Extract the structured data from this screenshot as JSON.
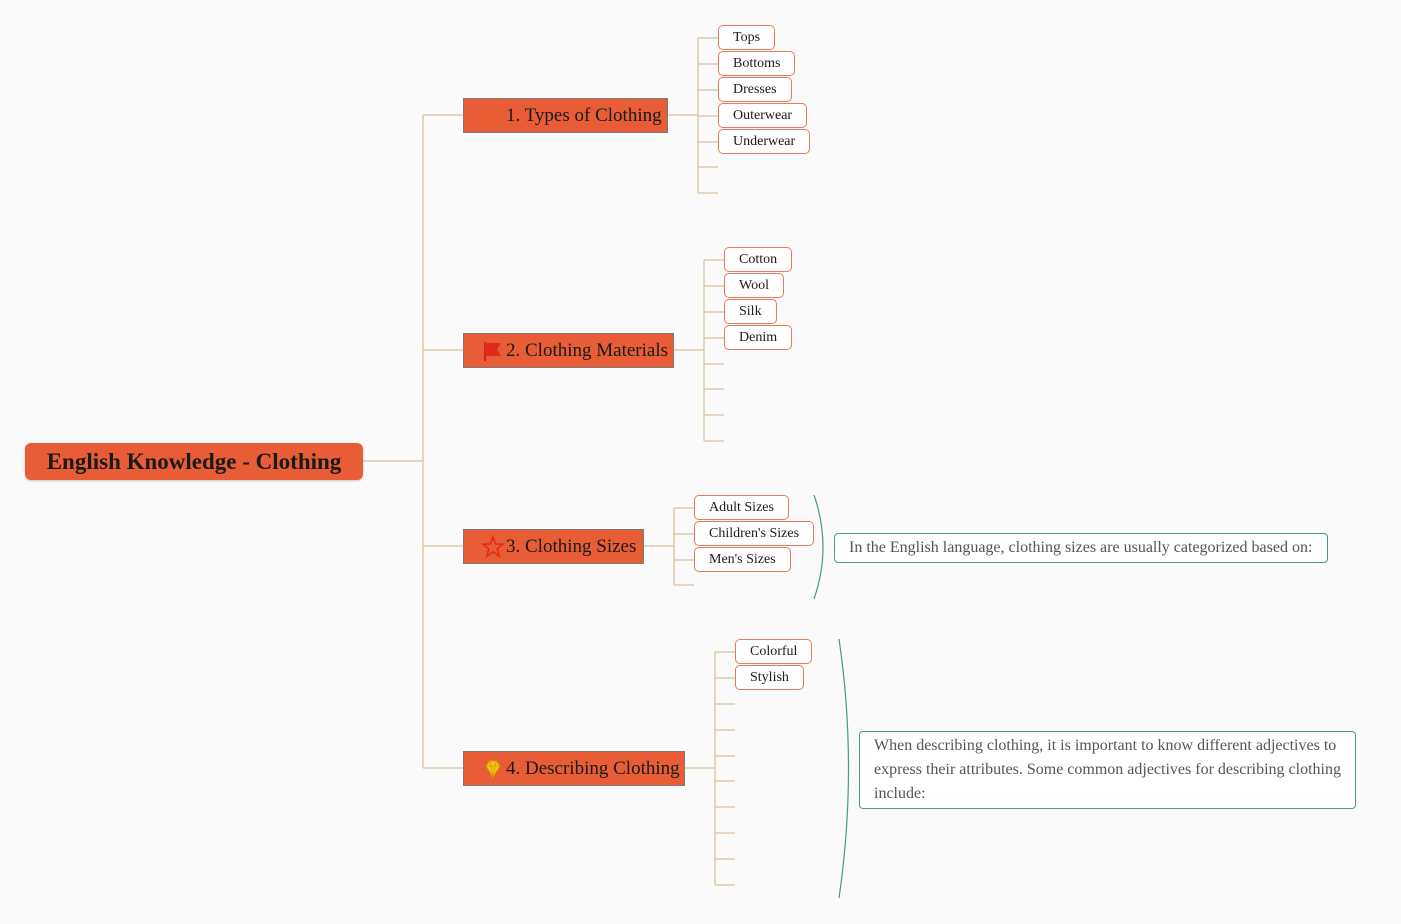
{
  "root": {
    "label": "English Knowledge - Clothing"
  },
  "topics": [
    {
      "label": "1. Types of Clothing",
      "icon": "orange-dot-icon",
      "children": [
        "Tops",
        "Bottoms",
        "Dresses",
        "Outerwear",
        "Underwear"
      ]
    },
    {
      "label": "2. Clothing Materials",
      "icon": "red-flag-icon",
      "children": [
        "Cotton",
        "Wool",
        "Silk",
        "Denim"
      ]
    },
    {
      "label": "3. Clothing Sizes",
      "icon": "red-star-icon",
      "children": [
        "Adult Sizes",
        "Children's Sizes",
        "Men's Sizes"
      ],
      "note": "In the English language, clothing sizes are usually categorized based on:"
    },
    {
      "label": "4. Describing Clothing",
      "icon": "diamond-icon",
      "children": [
        "Colorful",
        "Stylish"
      ],
      "note": "When describing clothing, it is important to know different adjectives to express their attributes. Some common adjectives for describing clothing include:"
    }
  ],
  "colors": {
    "topic_fill": "#e85d35",
    "leaf_border": "#e87a5a",
    "connector": "#e0c9a6",
    "note_border": "#4a9a80"
  }
}
